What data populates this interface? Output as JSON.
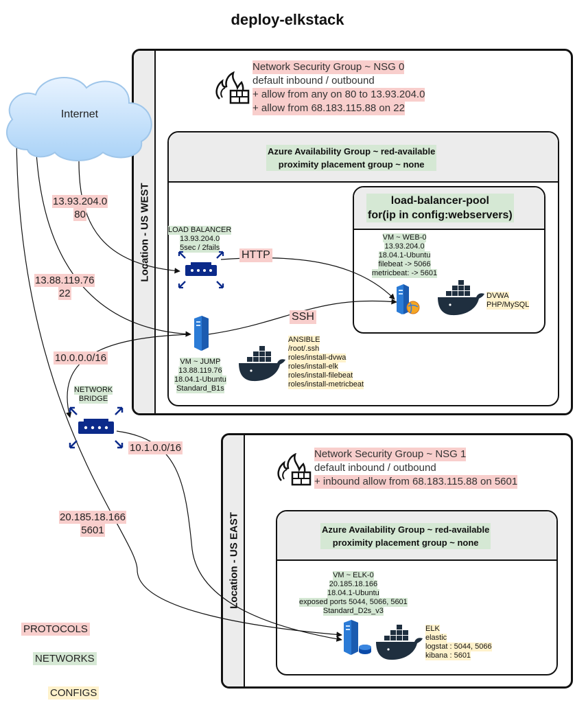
{
  "title": "deploy-elkstack",
  "internet": {
    "label": "Internet"
  },
  "west": {
    "location_label": "Location - US WEST",
    "nsg": [
      "Network Security Group ~ NSG 0",
      "default inbound / outbound",
      "+ allow from any on 80 to 13.93.204.0",
      "+ allow from 68.183.115.88 on 22"
    ],
    "availability": [
      "Azure Availability Group ~ red-available",
      "proximity placement group ~ none"
    ],
    "pool_title": [
      "load-balancer-pool",
      "for(ip in config:webservers)"
    ],
    "load_balancer": [
      "LOAD BALANCER",
      "13.93.204.0",
      "5sec / 2fails"
    ],
    "web_vm": [
      "VM ~ WEB-0",
      "13.93.204.0",
      "18.04.1-Ubuntu",
      "filebeat  -> 5066",
      "metricbeat: -> 5601"
    ],
    "dvwa": [
      "DVWA",
      "PHP/MySQL"
    ],
    "jump_vm": [
      "VM ~ JUMP",
      "13.88.119.76",
      "18.04.1-Ubuntu",
      "Standard_B1s"
    ],
    "ansible": [
      "ANSIBLE",
      "/root/.ssh",
      "roles/install-dvwa",
      "roles/install-elk",
      "roles/install-filebeat",
      "roles/install-metricbeat"
    ],
    "http_label": "HTTP",
    "ssh_label": "SSH"
  },
  "network": {
    "lb_ip": [
      "13.93.204.0",
      "80"
    ],
    "jump_ip": [
      "13.88.119.76",
      "22"
    ],
    "subnet_west": "10.0.0.0/16",
    "subnet_east": "10.1.0.0/16",
    "bridge_label": [
      "NETWORK",
      "BRIDGE"
    ],
    "elk_ip": [
      "20.185.18.166",
      "5601"
    ]
  },
  "east": {
    "location_label": "Location - US EAST",
    "nsg": [
      "Network Security Group ~ NSG 1",
      "default inbound / outbound",
      "+ inbound allow from 68.183.115.88 on 5601"
    ],
    "availability": [
      "Azure Availability Group ~ red-available",
      "proximity placement group ~ none"
    ],
    "elk_vm": [
      "VM ~ ELK-0",
      "20.185.18.166",
      "18.04.1-Ubuntu",
      "exposed ports 5044, 5066, 5601",
      "Standard_D2s_v3"
    ],
    "elk_info": [
      "ELK",
      "elastic",
      "logstat : 5044, 5066",
      "kibana : 5601"
    ]
  },
  "legend": {
    "protocols": "PROTOCOLS",
    "networks": "NETWORKS",
    "configs": "CONFIGS"
  },
  "colors": {
    "protocol": "#f8cecc",
    "network": "#d5e8d4",
    "config": "#fff2cc",
    "device": "#0b2a8a",
    "docker": "#1f2f3f"
  }
}
